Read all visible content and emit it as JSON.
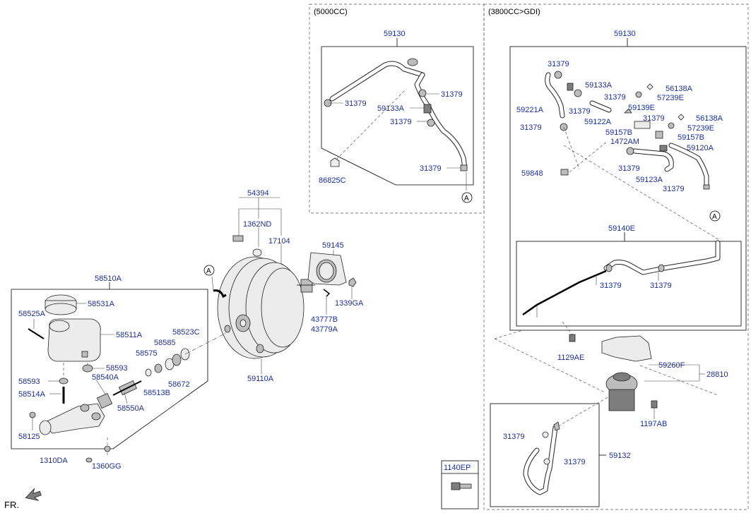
{
  "section_headers": {
    "engine_5000": "(5000CC)",
    "engine_3800": "(3800CC>GDI)"
  },
  "reference_markers": [
    "A",
    "A",
    "A"
  ],
  "direction_label": "FR.",
  "parts": {
    "p54394": "54394",
    "p1362ND": "1362ND",
    "p17104": "17104",
    "p59145": "59145",
    "p1339GA": "1339GA",
    "p43777B": "43777B",
    "p43779A": "43779A",
    "p59110A": "59110A",
    "p58510A": "58510A",
    "p58531A": "58531A",
    "p58525A": "58525A",
    "p58511A": "58511A",
    "p58523C": "58523C",
    "p58585": "58585",
    "p58575": "58575",
    "p58672": "58672",
    "p58513B": "58513B",
    "p58593a": "58593",
    "p58593b": "58593",
    "p58540A": "58540A",
    "p58550A": "58550A",
    "p58514A": "58514A",
    "p58125": "58125",
    "p1310DA": "1310DA",
    "p1360GG": "1360GG",
    "p1140EP": "1140EP",
    "p59130_left": "59130",
    "l31379_a": "31379",
    "l31379_b": "31379",
    "l59133A": "59133A",
    "l31379_c": "31379",
    "l31379_d": "31379",
    "l86825C": "86825C",
    "p59130_right": "59130",
    "r31379_a": "31379",
    "r59133A": "59133A",
    "r31379_b": "31379",
    "r56138A_a": "56138A",
    "r57239E_a": "57239E",
    "r59221A": "59221A",
    "r31379_c": "31379",
    "r59139E": "59139E",
    "r59122A": "59122A",
    "r31379_d": "31379",
    "r56138A_b": "56138A",
    "r31379_e": "31379",
    "r57239E_b": "57239E",
    "r59157B_a": "59157B",
    "r59157B_b": "59157B",
    "r1472AM": "1472AM",
    "r59120A": "59120A",
    "r31379_f": "31379",
    "r59848": "59848",
    "r59123A": "59123A",
    "r31379_g": "31379",
    "r59140E": "59140E",
    "r31379_h": "31379",
    "r31379_i": "31379",
    "r1129AE": "1129AE",
    "r59260F": "59260F",
    "r28810": "28810",
    "r1197AB": "1197AB",
    "r31379_j": "31379",
    "r31379_k": "31379",
    "r59132": "59132"
  }
}
